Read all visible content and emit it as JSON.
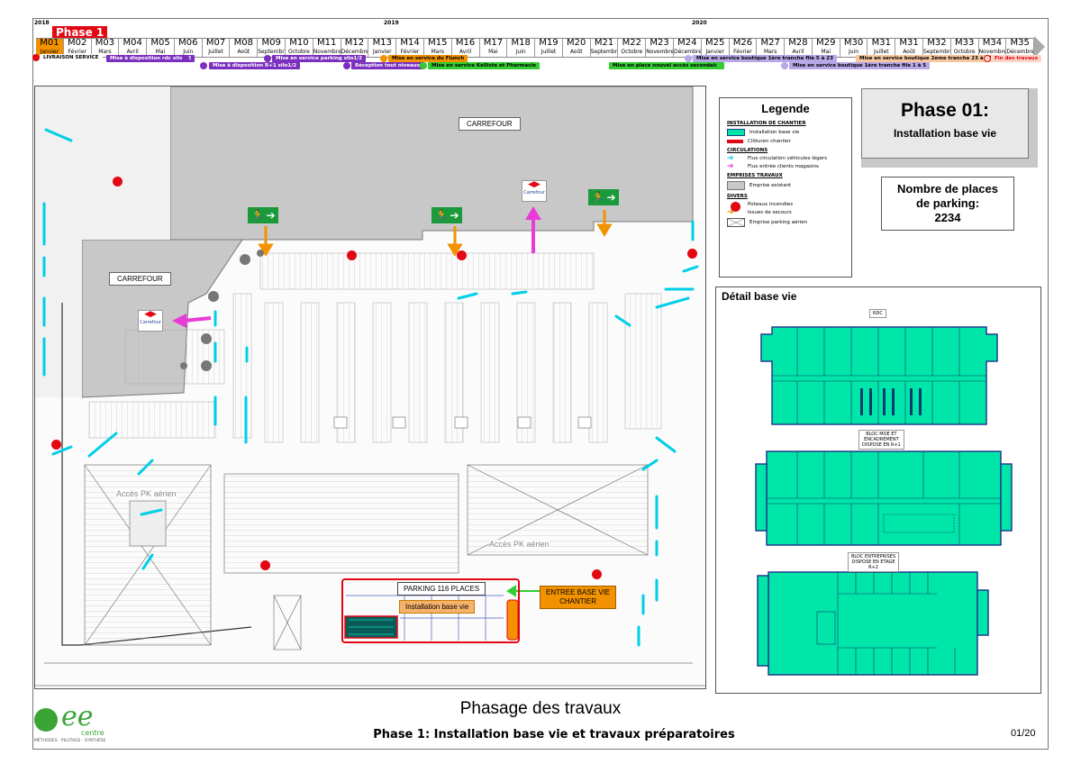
{
  "timeline": {
    "phase_label": "Phase 1",
    "years": [
      "2018",
      "2019",
      "2020"
    ],
    "months": [
      {
        "code": "M01",
        "name": "Janvier"
      },
      {
        "code": "M02",
        "name": "Février"
      },
      {
        "code": "M03",
        "name": "Mars"
      },
      {
        "code": "M04",
        "name": "Avril"
      },
      {
        "code": "M05",
        "name": "Mai"
      },
      {
        "code": "M06",
        "name": "Juin"
      },
      {
        "code": "M07",
        "name": "Juillet"
      },
      {
        "code": "M08",
        "name": "Août"
      },
      {
        "code": "M09",
        "name": "Septembre"
      },
      {
        "code": "M10",
        "name": "Octobre"
      },
      {
        "code": "M11",
        "name": "Novembre"
      },
      {
        "code": "M12",
        "name": "Décembre"
      },
      {
        "code": "M13",
        "name": "Janvier"
      },
      {
        "code": "M14",
        "name": "Février"
      },
      {
        "code": "M15",
        "name": "Mars"
      },
      {
        "code": "M16",
        "name": "Avril"
      },
      {
        "code": "M17",
        "name": "Mai"
      },
      {
        "code": "M18",
        "name": "Juin"
      },
      {
        "code": "M19",
        "name": "Juillet"
      },
      {
        "code": "M20",
        "name": "Août"
      },
      {
        "code": "M21",
        "name": "Septembre"
      },
      {
        "code": "M22",
        "name": "Octobre"
      },
      {
        "code": "M23",
        "name": "Novembre"
      },
      {
        "code": "M24",
        "name": "Décembre"
      },
      {
        "code": "M25",
        "name": "Janvier"
      },
      {
        "code": "M26",
        "name": "Février"
      },
      {
        "code": "M27",
        "name": "Mars"
      },
      {
        "code": "M28",
        "name": "Avril"
      },
      {
        "code": "M29",
        "name": "Mai"
      },
      {
        "code": "M30",
        "name": "Juin"
      },
      {
        "code": "M31",
        "name": "Juillet"
      },
      {
        "code": "M31",
        "name": "Août"
      },
      {
        "code": "M32",
        "name": "Septembre"
      },
      {
        "code": "M33",
        "name": "Octobre"
      },
      {
        "code": "M34",
        "name": "Novembre"
      },
      {
        "code": "M35",
        "name": "Décembre"
      }
    ],
    "milestones": [
      {
        "label": "LIVRAISON SERVICE",
        "color": "#e30613"
      },
      {
        "label": "Mise à disposition rdc silo1/2",
        "color": "#7b2fbe"
      },
      {
        "label": "Mise à disposition R+1 silo1/2",
        "color": "#7b2fbe"
      },
      {
        "label": "Mise en service parking silo1/2",
        "color": "#7b2fbe"
      },
      {
        "label": "Réception tout niveaux",
        "color": "#7b2fbe"
      },
      {
        "label": "Mise en service du Flunch",
        "color": "#f39200"
      },
      {
        "label": "Mise en service Kelliste et Pharmacie",
        "color": "#33cc33"
      },
      {
        "label": "Mise en place nouvel accès secondaire",
        "color": "#33cc33"
      },
      {
        "label": "Mise en service boutique 1ère tranche file 5 à 23",
        "color": "#b9a8e8"
      },
      {
        "label": "Mise en service boutique 1ère tranche file 1 à 5",
        "color": "#b9a8e8"
      },
      {
        "label": "Mise en service boutique 2ème tranche 23 à 49",
        "color": "#f7c8a0"
      },
      {
        "label": "Fin des travaux",
        "color": "#fbd4c8"
      }
    ]
  },
  "map": {
    "carrefour_top": "CARREFOUR",
    "carrefour_left": "CARREFOUR",
    "acces_pk_1": "Accès PK aérien",
    "acces_pk_2": "Accès PK aérien",
    "parking_label": "PARKING 116 PLACES",
    "installation_label": "Installation base vie",
    "entree_label_1": "ENTREE BASE VIE",
    "entree_label_2": "CHANTIER",
    "brand_logo_text": "Carrefour"
  },
  "legend": {
    "title": "Legende",
    "sections": {
      "chantier": "INSTALLATION DE CHANTIER",
      "circulations": "CIRCULATIONS",
      "emprises": "EMPRISES TRAVAUX",
      "divers": "DIVERS"
    },
    "items": {
      "base_vie": "Installation base vie",
      "cloture": "Clôturen chantier",
      "flux_vl": "Flux circulation véhicules légers",
      "flux_clients": "Flux entrée clients magasins",
      "emprise": "Emprise existant",
      "poteaux": "Poteaux incendies",
      "issues": "Issues de secours",
      "parking_aerien": "Emprise parking aérien"
    },
    "colors": {
      "base_vie": "#00e6a8",
      "cloture": "#e30613",
      "flux_vl": "#00cfe8",
      "flux_clients": "#e83bd8",
      "emprise": "#c8c8c8",
      "poteaux": "#e30613",
      "issues": "#f39200"
    }
  },
  "phase_box": {
    "title": "Phase 01:",
    "subtitle": "Installation base vie"
  },
  "places_box": {
    "line1": "Nombre de places",
    "line2": "de parking:",
    "value": "2234"
  },
  "detail": {
    "title": "Détail base vie",
    "rdc": "RDC",
    "bloc_moe_1": "BLOC MOE ET",
    "bloc_moe_2": "ENCADREMENT",
    "bloc_moe_3": "DISPOSE EN R+1",
    "bloc_ent_1": "BLOC ENTREPRISES",
    "bloc_ent_2": "DISPOSE EN ETAGE",
    "bloc_ent_3": "R+2",
    "module_color": "#00e6a8"
  },
  "footer": {
    "logo_main": "ee",
    "logo_sub": "centre",
    "logo_tag": "MÉTHODES · PILOTAGE · SYNTHÈSE",
    "title": "Phasage des travaux",
    "subtitle": "Phase 1: Installation base vie et travaux préparatoires",
    "page": "01/20"
  }
}
